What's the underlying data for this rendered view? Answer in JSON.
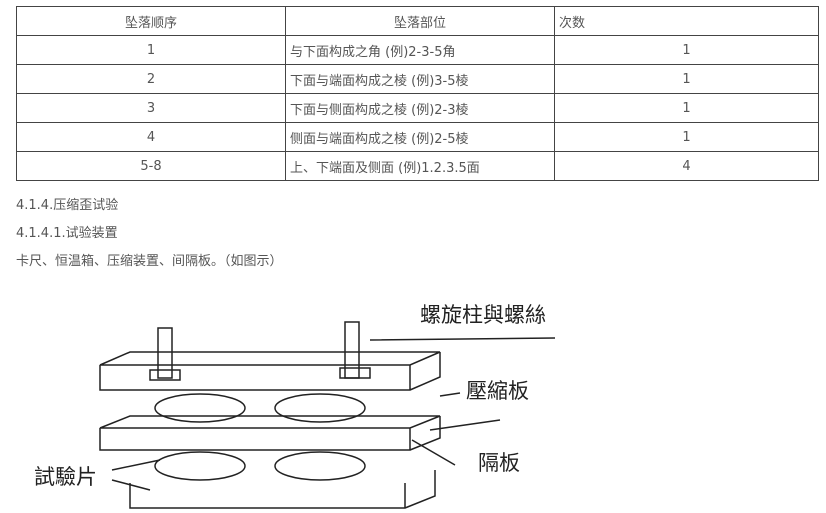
{
  "table": {
    "headers": [
      "坠落顺序",
      "坠落部位",
      "次数"
    ],
    "rows": [
      [
        "1",
        "与下面构成之角 (例)2-3-5角",
        "1"
      ],
      [
        "2",
        "下面与端面构成之棱 (例)3-5棱",
        "1"
      ],
      [
        "3",
        "下面与侧面构成之棱 (例)2-3棱",
        "1"
      ],
      [
        "4",
        "侧面与端面构成之棱 (例)2-5棱",
        "1"
      ],
      [
        "5-8",
        "上、下端面及侧面 (例)1.2.3.5面",
        "4"
      ]
    ]
  },
  "sections": {
    "heading1": "4.1.4.压缩歪试验",
    "heading2": "4.1.4.1.试验装置",
    "body": "卡尺、恒温箱、压缩装置、间隔板。（如图示）"
  },
  "figure": {
    "labels": {
      "screw": "螺旋柱與螺絲",
      "compression_plate": "壓縮板",
      "spacer": "隔板",
      "specimen": "試驗片"
    }
  }
}
